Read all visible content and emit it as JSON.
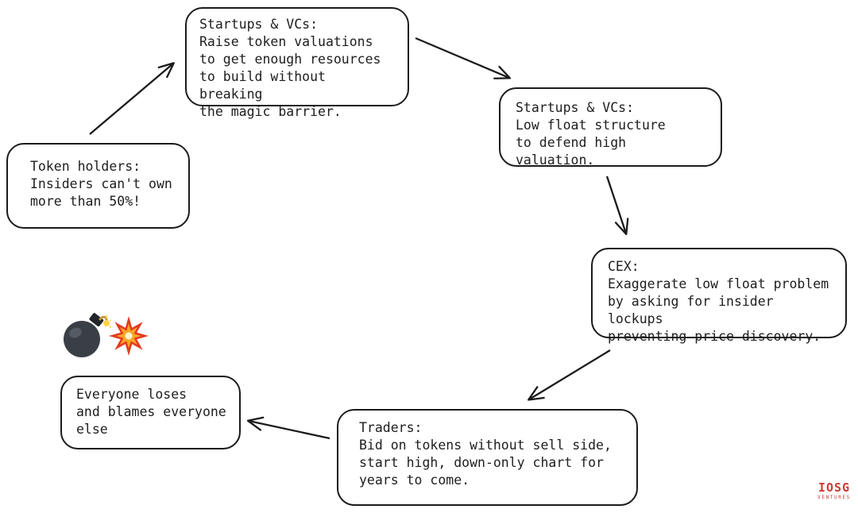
{
  "nodes": {
    "startups_raise": "Startups & VCs:\nRaise token valuations\nto get enough resources\nto build without breaking\nthe magic barrier.",
    "startups_low_float": "Startups & VCs:\nLow float structure\nto defend high valuation.",
    "cex": "CEX:\nExaggerate low float problem\nby asking for insider lockups\npreventing price discovery.",
    "traders": "Traders:\nBid on tokens without sell side,\nstart high, down-only chart for\nyears to come.",
    "everyone_loses": "Everyone loses\nand blames everyone\nelse",
    "token_holders": "Token holders:\nInsiders can't own\nmore than 50%!"
  },
  "icons": {
    "bomb": "bomb-emoji",
    "explosion": "collision-explosion-emoji"
  },
  "logo": {
    "name": "IOSG",
    "subtitle": "VENTURES",
    "color": "#cf3a30"
  },
  "colors": {
    "stroke": "#1b1b1b",
    "node_fill": "#ffffff",
    "background": "#ffffff"
  }
}
